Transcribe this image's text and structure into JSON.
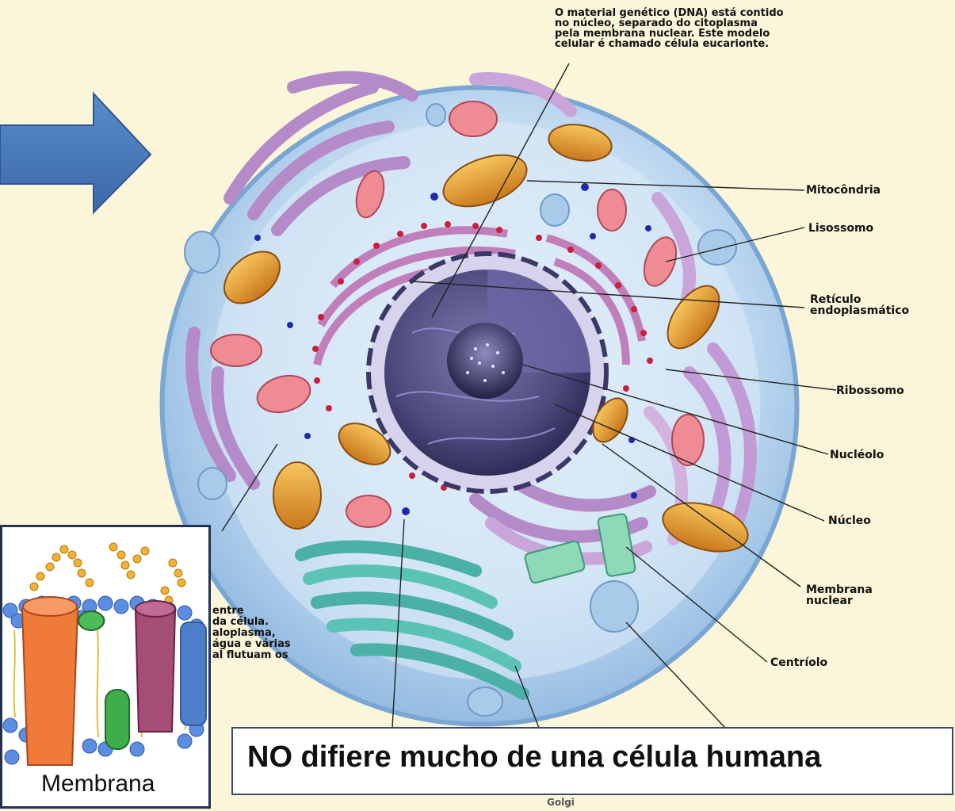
{
  "caption": {
    "lines": [
      "O material genético (DNA) está contido",
      "no núcleo, separado do citoplasma",
      "pela membrana nuclear. Este modelo",
      "celular é chamado célula eucarionte."
    ]
  },
  "labels": {
    "mitocondria": "Mitocôndria",
    "lisossomo": "Lisossomo",
    "reticulo_1": "Retículo",
    "reticulo_2": "endoplasmático",
    "ribossomo": "Ribossomo",
    "nucleolo": "Nucléolo",
    "nucleo": "Núcleo",
    "membrana_nuclear_1": "Membrana",
    "membrana_nuclear_2": "nuclear",
    "centriolo": "Centríolo",
    "golgi": "Golgi"
  },
  "cytoplasm_text": [
    "entre",
    "da célula.",
    "aloplasma,",
    "água e várias",
    "al flutuam os"
  ],
  "membrane_panel": {
    "label": "Membrana"
  },
  "banner": {
    "text": "NO difiere mucho de una célula humana"
  },
  "colors": {
    "background": "#fbf5d9",
    "arrow": "#4a7bbf",
    "cell": "#bcd6ef",
    "nucleus": "#4e4b7e",
    "mitochondria": "#e2a33a",
    "lysosome": "#e87a84",
    "golgi": "#5bbcb0",
    "er": "#b48ac8"
  }
}
